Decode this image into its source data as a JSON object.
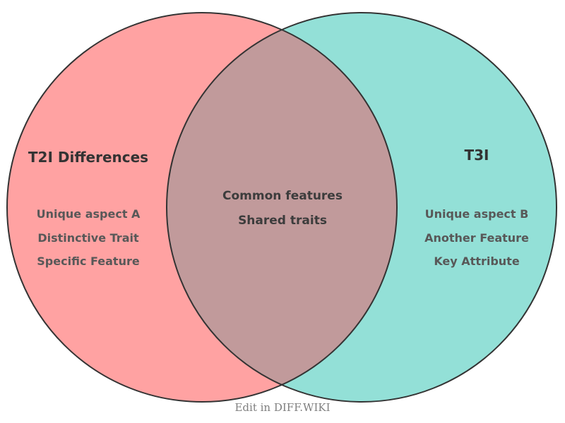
{
  "diagram": {
    "type": "venn",
    "left_set": {
      "title": "T2I Differences",
      "items": [
        "Unique aspect A",
        "Distinctive Trait",
        "Specific Feature"
      ]
    },
    "right_set": {
      "title": "T3I",
      "items": [
        "Unique aspect B",
        "Another Feature",
        "Key Attribute"
      ]
    },
    "overlap_set": {
      "items": [
        "Common features",
        "Shared traits"
      ]
    },
    "footer": {
      "label": "Edit in DIFF.WIKI"
    },
    "colors": {
      "left_fill": "#FFA2A2",
      "right_fill": "#93E0D7",
      "overlap_fill": "#C19A9B",
      "circle_stroke": "#333333",
      "title_text": "#333333",
      "item_text": "#585858",
      "center_text": "#3C3C3C",
      "footer_text": "#7F7F7F"
    }
  }
}
